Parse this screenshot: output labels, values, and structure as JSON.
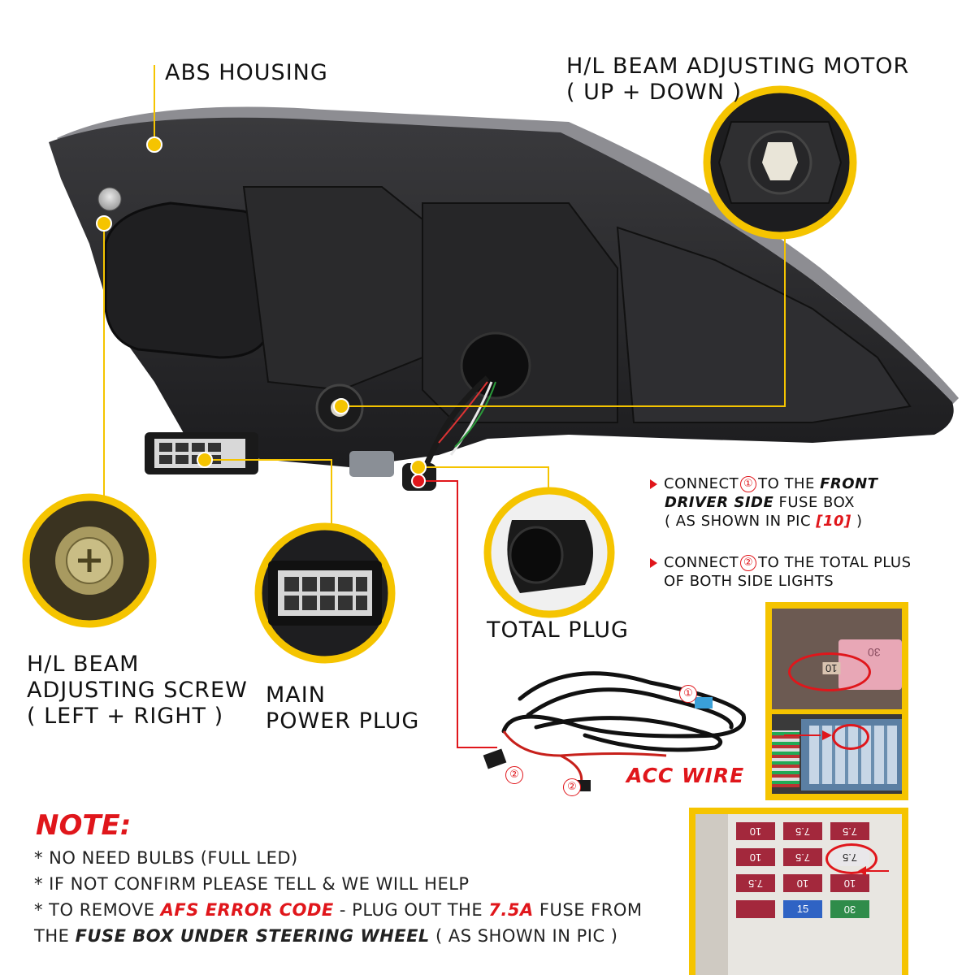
{
  "labels": {
    "abs_housing": "ABS HOUSING",
    "motor_line1": "H/L BEAM ADJUSTING MOTOR",
    "motor_line2": "( UP + DOWN )",
    "screw_line1": "H/L BEAM",
    "screw_line2": "ADJUSTING SCREW",
    "screw_line3": "( LEFT + RIGHT )",
    "main_line1": "MAIN",
    "main_line2": "POWER PLUG",
    "total_plug": "TOTAL PLUG",
    "acc_wire": "ACC WIRE"
  },
  "connect1": {
    "prefix": "CONNECT",
    "num": "①",
    "mid": "TO THE ",
    "bold1": "FRONT",
    "bold2": "DRIVER SIDE",
    "rest2": " FUSE BOX",
    "line3a": "( AS SHOWN IN PIC ",
    "pic": "[10]",
    "line3b": " )"
  },
  "connect2": {
    "prefix": "CONNECT",
    "num": "②",
    "mid": "TO THE TOTAL PLUS",
    "line2": "OF BOTH SIDE LIGHTS"
  },
  "wire_tags": {
    "tag1": "①",
    "tag2a": "②",
    "tag2b": "②"
  },
  "fuse_photo_top": {
    "fuse1": "30",
    "fuse2": "10"
  },
  "fuse_grid": {
    "row1": [
      "10",
      "7.5",
      "7.5"
    ],
    "row2": [
      "10",
      "7.5",
      "7.5"
    ],
    "row3": [
      "7.5",
      "10",
      "10"
    ],
    "row4": [
      "",
      "15",
      "30"
    ]
  },
  "note": {
    "title": "NOTE:",
    "line1": "* NO NEED BULBS (FULL LED)",
    "line2": "* IF NOT CONFIRM PLEASE TELL & WE WILL HELP",
    "line3_a": "* TO REMOVE ",
    "line3_b": "AFS ERROR CODE",
    "line3_c": " - PLUG OUT THE ",
    "line3_d": "7.5A",
    "line3_e": " FUSE FROM",
    "line4_a": "THE ",
    "line4_b": "FUSE BOX UNDER STEERING WHEEL",
    "line4_c": " ( AS SHOWN IN PIC )"
  },
  "colors": {
    "accent_yellow": "#f5c400",
    "accent_red": "#e0161b",
    "housing": "#2b2b2d"
  }
}
